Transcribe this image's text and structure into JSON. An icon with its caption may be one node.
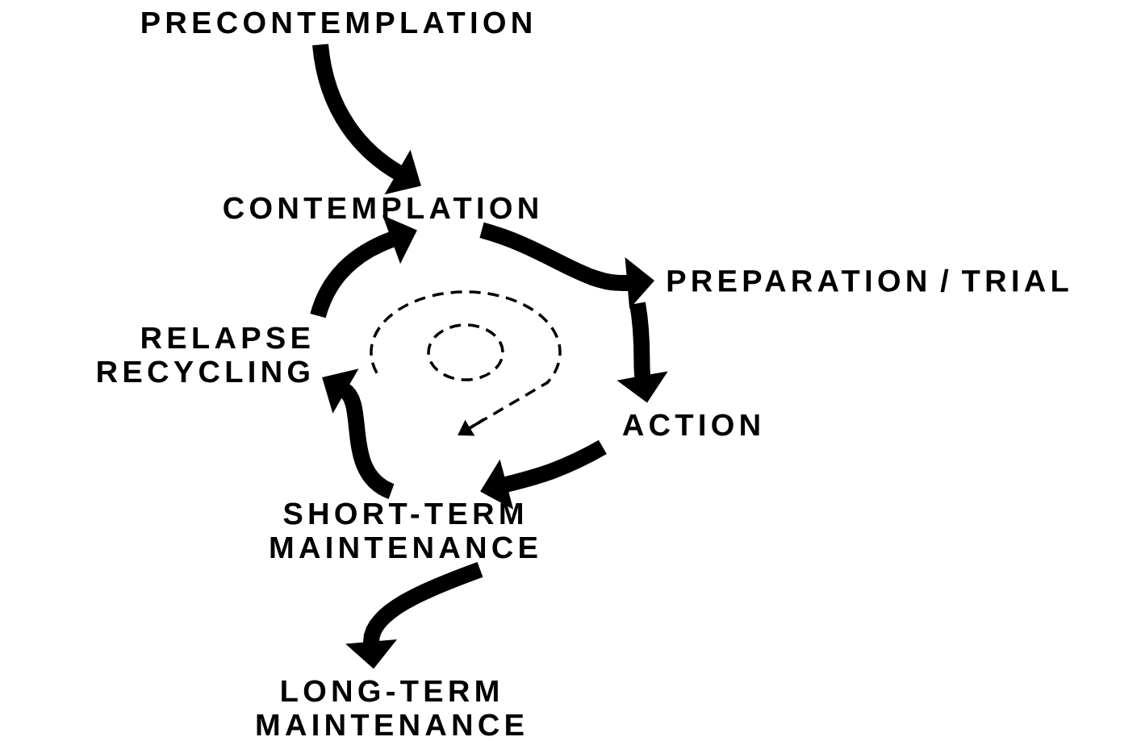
{
  "diagram": {
    "nodes": [
      {
        "text": [
          "PRECONTEMPLATION"
        ]
      },
      {
        "text": [
          "CONTEMPLATION"
        ]
      },
      {
        "text": [
          "PREPARATION / TRIAL"
        ]
      },
      {
        "text": [
          "ACTION"
        ]
      },
      {
        "text": [
          "SHORT-TERM MAINTENANCE"
        ]
      },
      {
        "text": [
          "RELAPSE RECYCLING"
        ]
      },
      {
        "text": [
          "LONG-TERM MAINTENANCE"
        ]
      }
    ],
    "edges": [
      {
        "from": 0,
        "to": 1,
        "arrow": "to"
      },
      {
        "from": 1,
        "to": 2,
        "arrow": "to"
      },
      {
        "from": 2,
        "to": 3,
        "arrow": "to"
      },
      {
        "from": 3,
        "to": 4,
        "arrow": "to"
      },
      {
        "from": 4,
        "to": 5,
        "arrow": "to"
      },
      {
        "from": 5,
        "to": 1,
        "arrow": "to"
      },
      {
        "from": 4,
        "to": 6,
        "arrow": "to"
      }
    ]
  }
}
